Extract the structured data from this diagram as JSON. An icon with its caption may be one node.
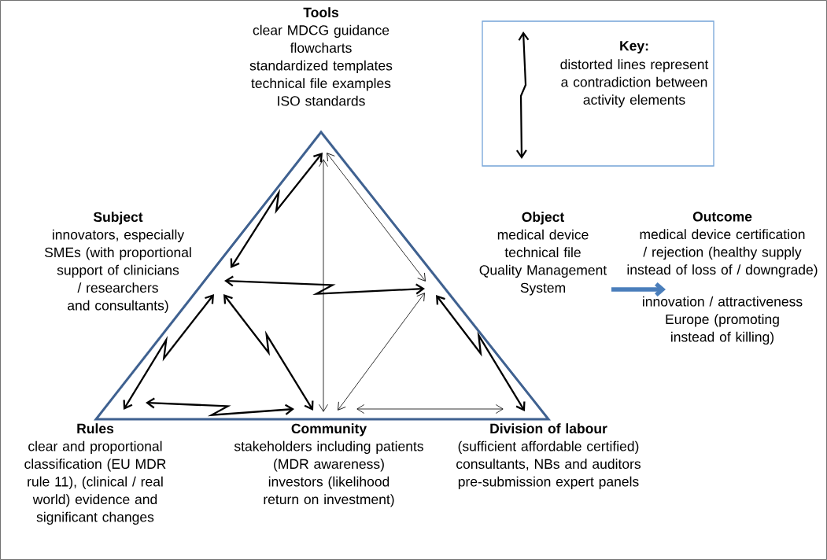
{
  "diagram": {
    "nodes": [
      {
        "text": [
          "Tools",
          "clear MDCG guidance",
          "flowcharts",
          "standardized templates",
          "technical file examples",
          "ISO standards"
        ]
      },
      {
        "text": [
          "Subject",
          "innovators, especially SMEs (with proportional support of clinicians / researchers and consultants)"
        ]
      },
      {
        "text": [
          "Object",
          "medical device",
          "technical file",
          "Quality Management System"
        ]
      },
      {
        "text": [
          "Outcome",
          "medical device certification / rejection (healthy supply instead of loss of / downgrade)",
          "innovation / attractiveness Europe (promoting instead of killing)"
        ]
      },
      {
        "text": [
          "Rules",
          "clear and proportional classification (EU MDR rule 11), (clinical / real world) evidence and significant changes"
        ]
      },
      {
        "text": [
          "Community",
          "stakeholders including patients",
          "(MDR awareness)",
          "investors (likelihood return on investment)"
        ]
      },
      {
        "text": [
          "Division of labour",
          "(sufficient affordable certified) consultants, NBs and auditors",
          "pre-submission expert panels"
        ]
      }
    ],
    "edges": [
      {
        "from": 0,
        "to": 1,
        "arrow": "both"
      },
      {
        "from": 1,
        "to": 2,
        "arrow": "both"
      },
      {
        "from": 1,
        "to": 4,
        "arrow": "both"
      },
      {
        "from": 1,
        "to": 5,
        "arrow": "both"
      },
      {
        "from": 4,
        "to": 5,
        "arrow": "both"
      },
      {
        "from": 2,
        "to": 6,
        "arrow": "both"
      },
      {
        "from": 0,
        "to": 5,
        "arrow": "both"
      },
      {
        "from": 0,
        "to": 2,
        "arrow": "both"
      },
      {
        "from": 2,
        "to": 5,
        "arrow": "both"
      },
      {
        "from": 5,
        "to": 6,
        "arrow": "both"
      },
      {
        "from": 2,
        "to": 3,
        "arrow": "to",
        "style": "thick",
        "color": "#4a7ebb"
      }
    ],
    "labels": [
      "Key:"
    ],
    "legend": [
      {
        "text": "distorted lines represent a contradiction between activity elements"
      }
    ]
  }
}
